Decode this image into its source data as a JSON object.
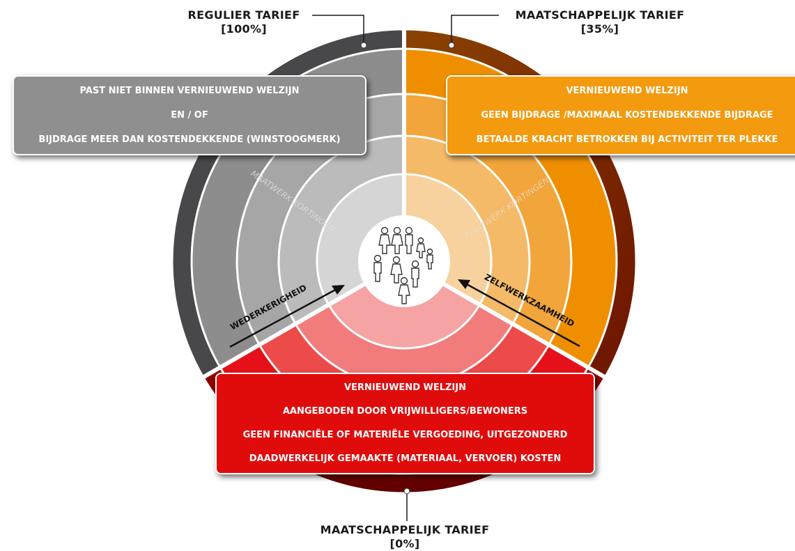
{
  "labels": {
    "regular_title": "REGULIER TARIEF",
    "regular_pct": "[100%]",
    "social35_title": "MAATSCHAPPELIJK TARIEF",
    "social35_pct": "[35%]",
    "social0_title": "MAATSCHAPPELIJK TARIEF",
    "social0_pct": "[0%]"
  },
  "boxes": {
    "grey": [
      "PAST NIET BINNEN VERNIEUWEND WELZIJN",
      "EN / OF",
      "BIJDRAGE MEER DAN KOSTENDEKKENDE (WINSTOOGMERK)"
    ],
    "orange": [
      "VERNIEUWEND WELZIJN",
      "GEEN BIJDRAGE /MAXIMAAL KOSTENDEKKENDE BIJDRAGE",
      "BETAALDE KRACHT BETROKKEN BIJ ACTIVITEIT TER PLEKKE"
    ],
    "red": [
      "VERNIEUWEND WELZIJN",
      "AANGEBODEN DOOR VRIJWILLIGERS/BEWONERS",
      "GEEN FINANCIËLE OF MATERIËLE VERGOEDING, UITGEZONDERD",
      "DAADWERKELIJK GEMAAKTE (MATERIAAL, VERVOER) KOSTEN"
    ]
  },
  "arrows": {
    "left": "WEDERKERIGHEID",
    "right": "ZELFWERKZAAMHEID"
  },
  "watermark": "MAATWERK KORTINGEN",
  "colors": {
    "grey_rings": [
      "#48484a",
      "#8e8d8d",
      "#a7a6a6",
      "#bcbbbb",
      "#d6d5d5"
    ],
    "orange_rings": [
      "#7e3d00",
      "#ef8f00",
      "#f1a53a",
      "#f4ba68",
      "#f7d29e"
    ],
    "red_rings": [
      "#8e0000",
      "#e5101a",
      "#ed4a4a",
      "#f27c7c",
      "#f5a3a3"
    ],
    "grey_box": "#8f8f8f",
    "orange_box": "#f39a0e",
    "red_box": "#e00c0c"
  }
}
